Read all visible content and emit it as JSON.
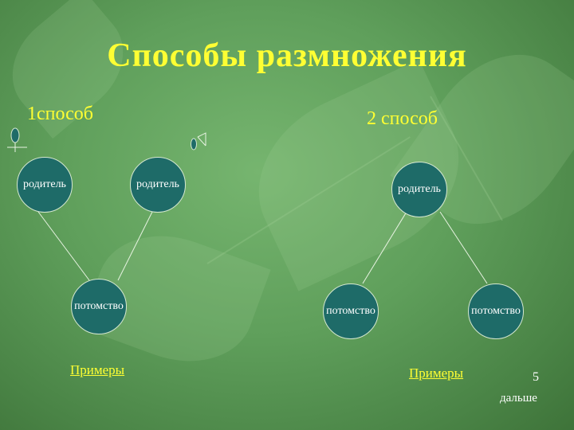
{
  "slide": {
    "title": "Способы размножения",
    "method1": {
      "label": "1способ",
      "links": "Примеры"
    },
    "method2": {
      "label": "2 способ",
      "links": "Примеры"
    },
    "nodes": {
      "parent_1a": "родитель",
      "parent_1b": "родитель",
      "offspring_1": "потомство",
      "parent_2": "родитель",
      "offspring_2a": "потомство",
      "offspring_2b": "потомство"
    },
    "page_number": "5",
    "next_label": "дальше"
  },
  "colors": {
    "title": "#ffff33",
    "node_fill": "#1e6b68",
    "line": "#e8f3e2"
  }
}
